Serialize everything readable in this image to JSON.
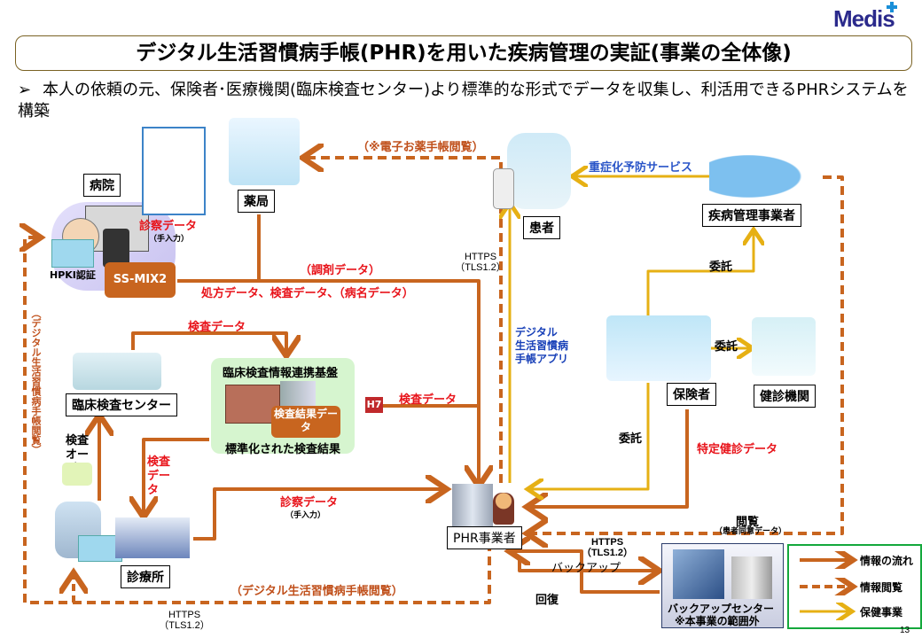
{
  "header": {
    "logo": "Medis",
    "title": "デジタル生活習慣病手帳(PHR)を用いた疾病管理の実証(事業の全体像)",
    "bullet_mark": "➢",
    "bullet_text": "本人の依頼の元、保険者･医療機関(臨床検査センター)より標準的な形式でデータを収集し、利活用できるPHRシステムを構築"
  },
  "nodes": {
    "hospital": "病院",
    "pharmacy": "薬局",
    "patient": "患者",
    "disease_mgmt": "疾病管理事業者",
    "clinical_lab": "臨床検査センター",
    "insurer": "保険者",
    "checkup_org": "健診機関",
    "clinic": "診療所",
    "phr_provider": "PHR事業者",
    "hpki": "HPKI認証",
    "ssmix": "SS-MIX2",
    "platform_title": "臨床検査情報連携基盤",
    "platform_db": "検査結果データ",
    "platform_caption": "標準化された検査結果",
    "backup_center": "バックアップセンター",
    "backup_note": "※本事業の範囲外",
    "hl7_badge": "H7"
  },
  "flows": {
    "exam_data_hospital": "診察データ",
    "manual_input_1": "（手入力）",
    "dispensing_data": "（調剤データ）",
    "prescription_data": "処方データ、検査データ、（病名データ）",
    "epharmacy_view": "（※電子お薬手帳閲覧）",
    "severity_prevention": "重症化予防サービス",
    "entrust_1": "委託",
    "entrust_2": "委託",
    "entrust_3": "委託",
    "lab_data_top": "検査データ",
    "lab_data_hl7": "検査データ",
    "lab_order": "検査オーダ",
    "lab_data_clinic": "検査データ",
    "exam_data_clinic": "診察データ",
    "manual_input_2": "（手入力）",
    "specific_checkup_data": "特定健診データ",
    "app_name": "デジタル生活習慣病手帳アプリ",
    "app_name_lines": [
      "デジタル",
      "生活習慣病",
      "手帳アプリ"
    ],
    "view": "閲覧",
    "view_note": "（患者同意データ）",
    "backup": "バックアップ",
    "restore": "回復",
    "dlh_view_bottom": "（デジタル生活習慣病手帳閲覧）",
    "dlh_view_vertical": "（デジタル生活習慣病手帳閲覧）",
    "https_patient": [
      "HTTPS",
      "（TLS1.2）"
    ],
    "https_backup": [
      "HTTPS",
      "（TLS1.2）"
    ],
    "https_bottom": [
      "HTTPS",
      "（TLS1.2）"
    ]
  },
  "legend": {
    "items": [
      {
        "label": "情報の流れ",
        "style": "solid",
        "color": "#c8651f"
      },
      {
        "label": "情報閲覧",
        "style": "dashed",
        "color": "#c8651f"
      },
      {
        "label": "保健事業",
        "style": "solid",
        "color": "#e6b014"
      }
    ],
    "border_color": "#14a83c"
  },
  "colors": {
    "flow": "#c8651f",
    "health": "#e6b014",
    "red_label": "#e8141b",
    "blue_label": "#2a55c8"
  },
  "page_number": "13"
}
